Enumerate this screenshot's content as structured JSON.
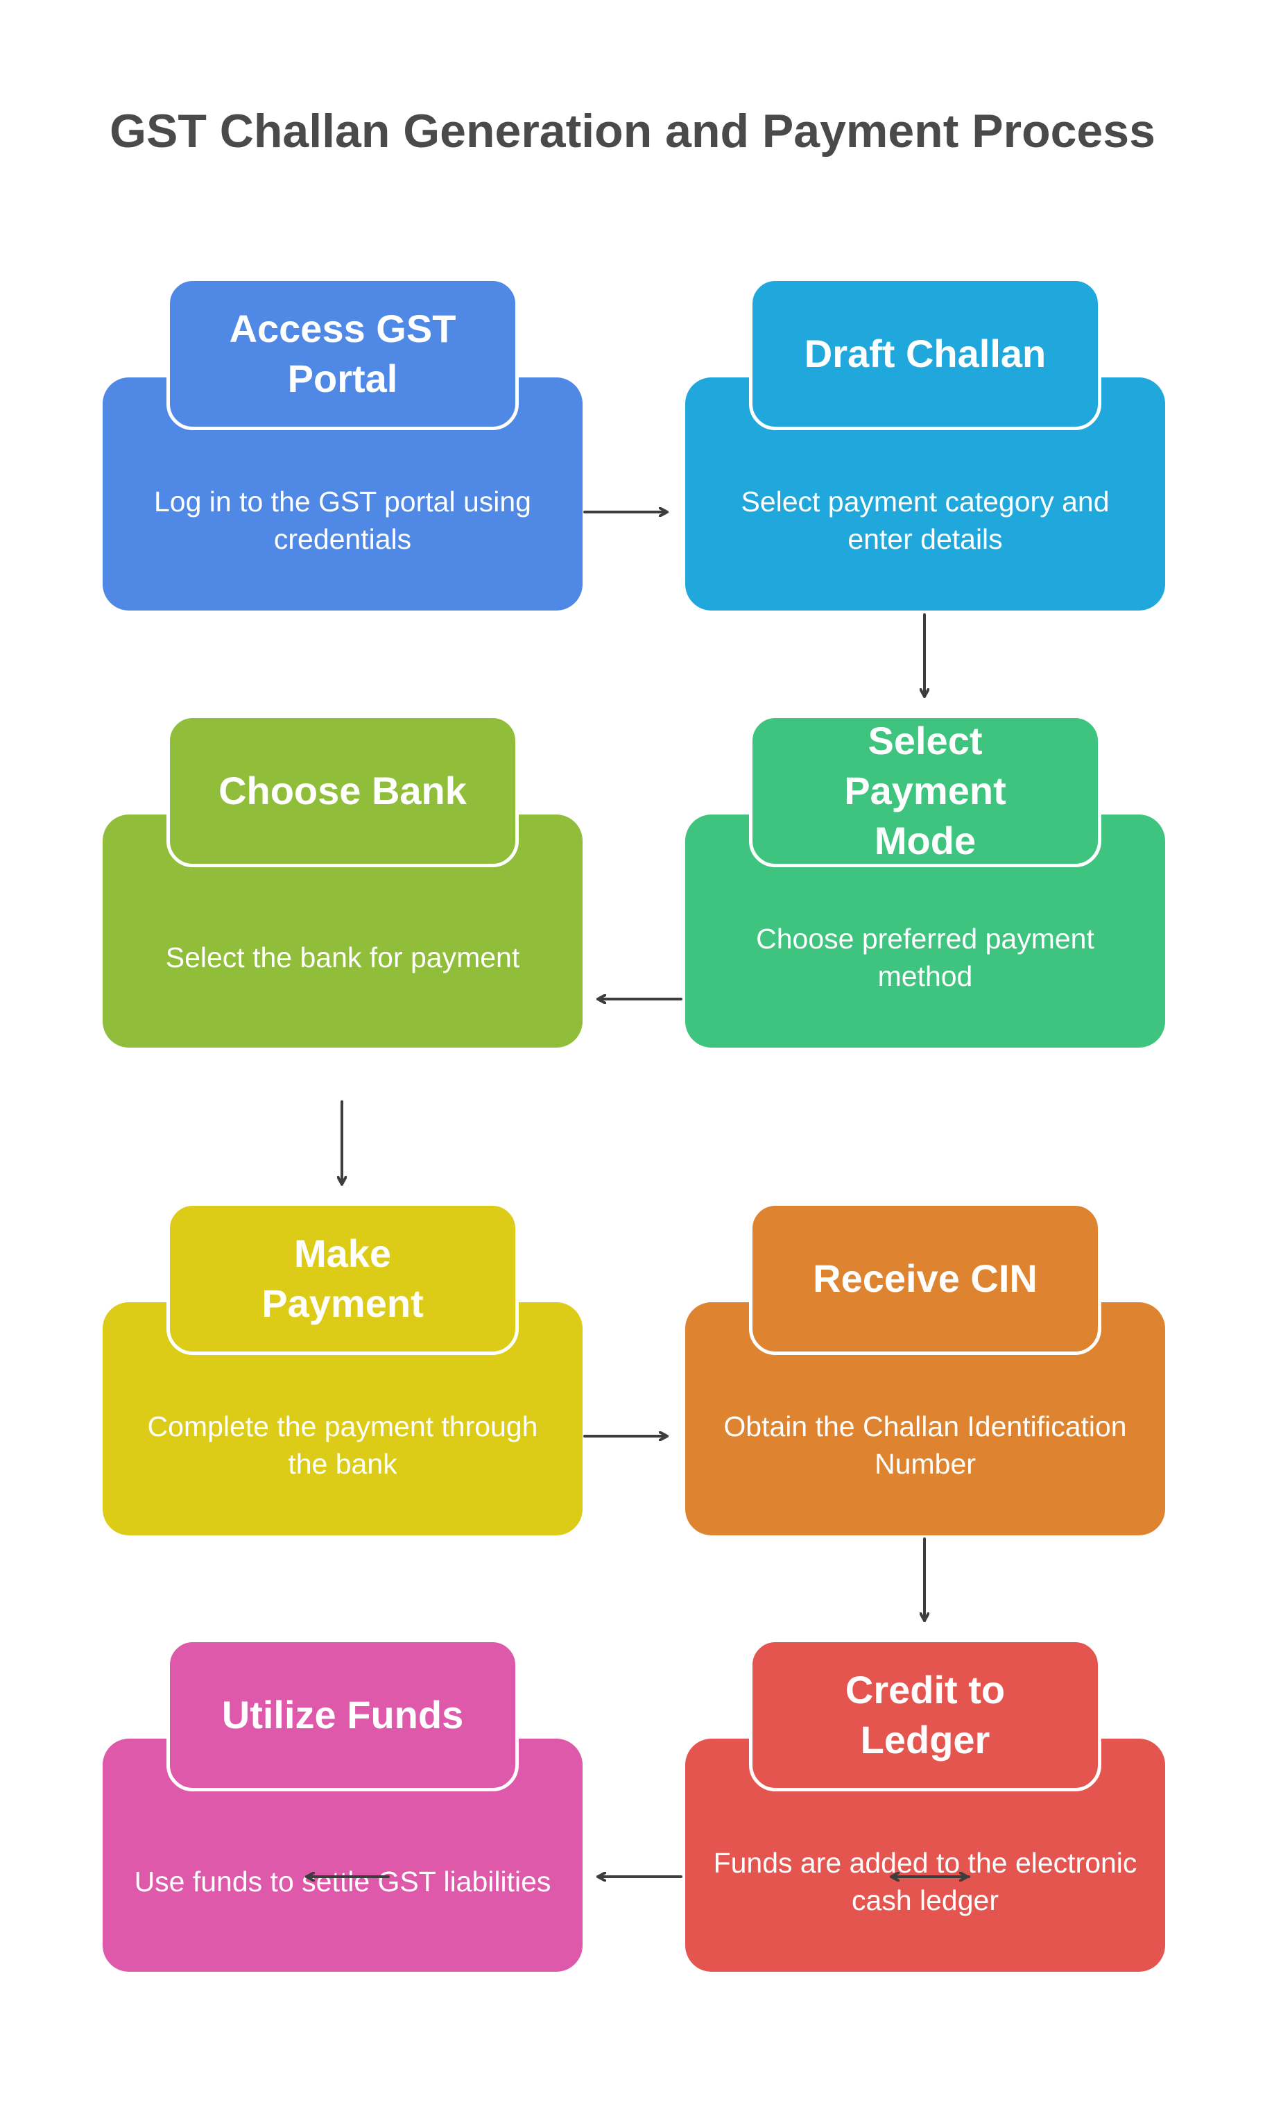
{
  "title": "GST Challan Generation and Payment Process",
  "steps": [
    {
      "title": "Access GST Portal",
      "desc": "Log in to the GST portal using credentials",
      "color": "#4f88e5"
    },
    {
      "title": "Draft Challan",
      "desc": "Select payment category and enter details",
      "color": "#20a8dc"
    },
    {
      "title": "Select Payment Mode",
      "desc": "Choose preferred payment method",
      "color": "#3ec47e"
    },
    {
      "title": "Choose Bank",
      "desc": "Select the bank for payment",
      "color": "#90bd3a"
    },
    {
      "title": "Make Payment",
      "desc": "Complete the payment through the bank",
      "color": "#dccc17"
    },
    {
      "title": "Receive CIN",
      "desc": "Obtain the Challan Identification Number",
      "color": "#de8430"
    },
    {
      "title": "Credit to Ledger",
      "desc": "Funds are added to the electronic cash ledger",
      "color": "#e55550"
    },
    {
      "title": "Utilize Funds",
      "desc": "Use funds to settle GST liabilities",
      "color": "#df59aa"
    }
  ]
}
